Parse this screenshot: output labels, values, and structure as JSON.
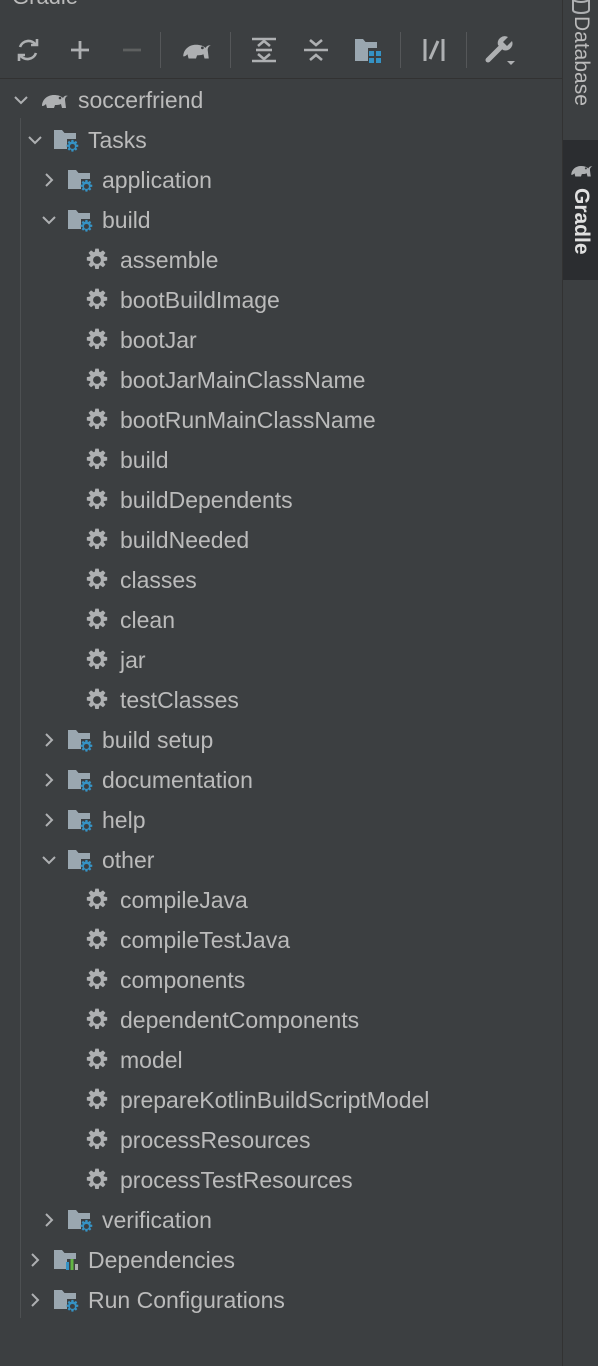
{
  "panel": {
    "title": "Gradle"
  },
  "toolbar": {
    "buttons": [
      {
        "icon": "refresh-icon"
      },
      {
        "icon": "plus-icon"
      },
      {
        "icon": "minus-icon"
      },
      {
        "icon": "elephant-icon"
      },
      {
        "icon": "expand-all-icon"
      },
      {
        "icon": "collapse-all-icon"
      },
      {
        "icon": "group-modules-icon"
      },
      {
        "icon": "toggle-offline-icon"
      },
      {
        "icon": "wrench-icon"
      }
    ]
  },
  "tree": {
    "root": "soccerfriend",
    "tasks": "Tasks",
    "groups": {
      "application": "application",
      "build": "build",
      "build_setup": "build setup",
      "documentation": "documentation",
      "help": "help",
      "other": "other",
      "verification": "verification"
    },
    "build_tasks": [
      "assemble",
      "bootBuildImage",
      "bootJar",
      "bootJarMainClassName",
      "bootRunMainClassName",
      "build",
      "buildDependents",
      "buildNeeded",
      "classes",
      "clean",
      "jar",
      "testClasses"
    ],
    "other_tasks": [
      "compileJava",
      "compileTestJava",
      "components",
      "dependentComponents",
      "model",
      "prepareKotlinBuildScriptModel",
      "processResources",
      "processTestResources"
    ],
    "dependencies": "Dependencies",
    "run_configurations": "Run Configurations"
  },
  "side_tabs": {
    "database": "Database",
    "gradle": "Gradle"
  },
  "colors": {
    "background": "#3c3f41",
    "text": "#bbbbbb",
    "accent_blue": "#3592c4",
    "icon_gray": "#aeb0b2"
  }
}
